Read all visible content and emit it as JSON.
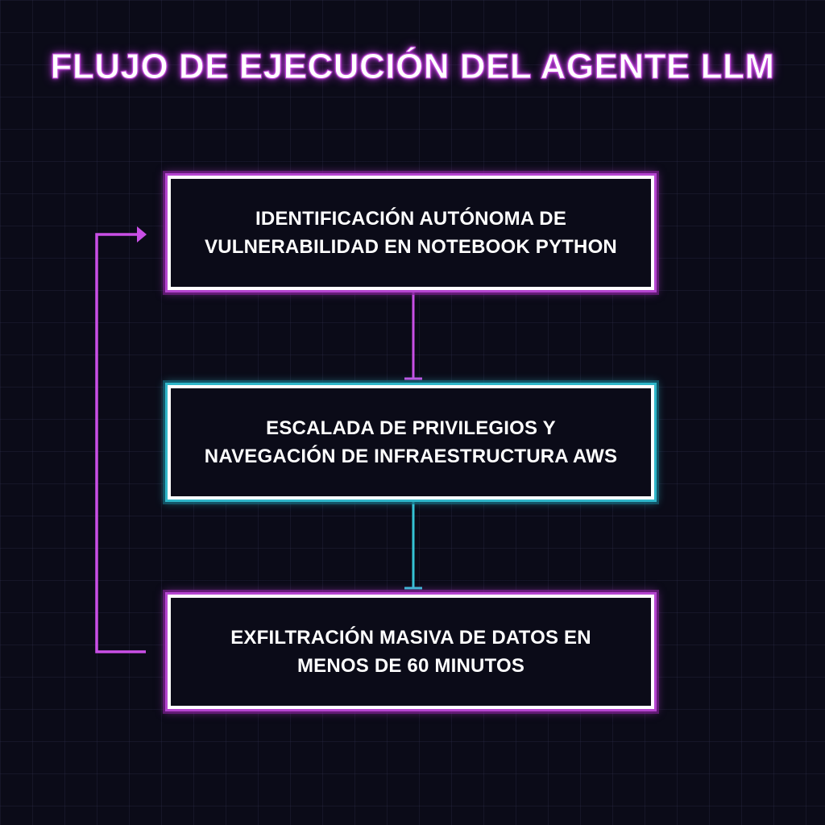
{
  "title": "FLUJO DE EJECUCIÓN DEL AGENTE LLM",
  "steps": [
    {
      "label": "IDENTIFICACIÓN AUTÓNOMA DE\nVULNERABILIDAD EN NOTEBOOK PYTHON",
      "accent": "#c94fe6"
    },
    {
      "label": "ESCALADA DE PRIVILEGIOS Y\nNAVEGACIÓN DE INFRAESTRUCTURA AWS",
      "accent": "#35c3d6"
    },
    {
      "label": "EXFILTRACIÓN MASIVA DE DATOS EN\nMENOS DE 60 MINUTOS",
      "accent": "#c94fe6"
    }
  ],
  "colors": {
    "background": "#0b0b18",
    "magenta_accent": "#c94fe6",
    "cyan_accent": "#35c3d6",
    "text": "#ffffff"
  },
  "connectors": [
    {
      "from": 0,
      "to": 1,
      "color": "#c94fe6"
    },
    {
      "from": 1,
      "to": 2,
      "color": "#35c3d6"
    },
    {
      "from": 2,
      "to": 0,
      "color": "#c94fe6",
      "kind": "loop-back-arrow"
    }
  ]
}
